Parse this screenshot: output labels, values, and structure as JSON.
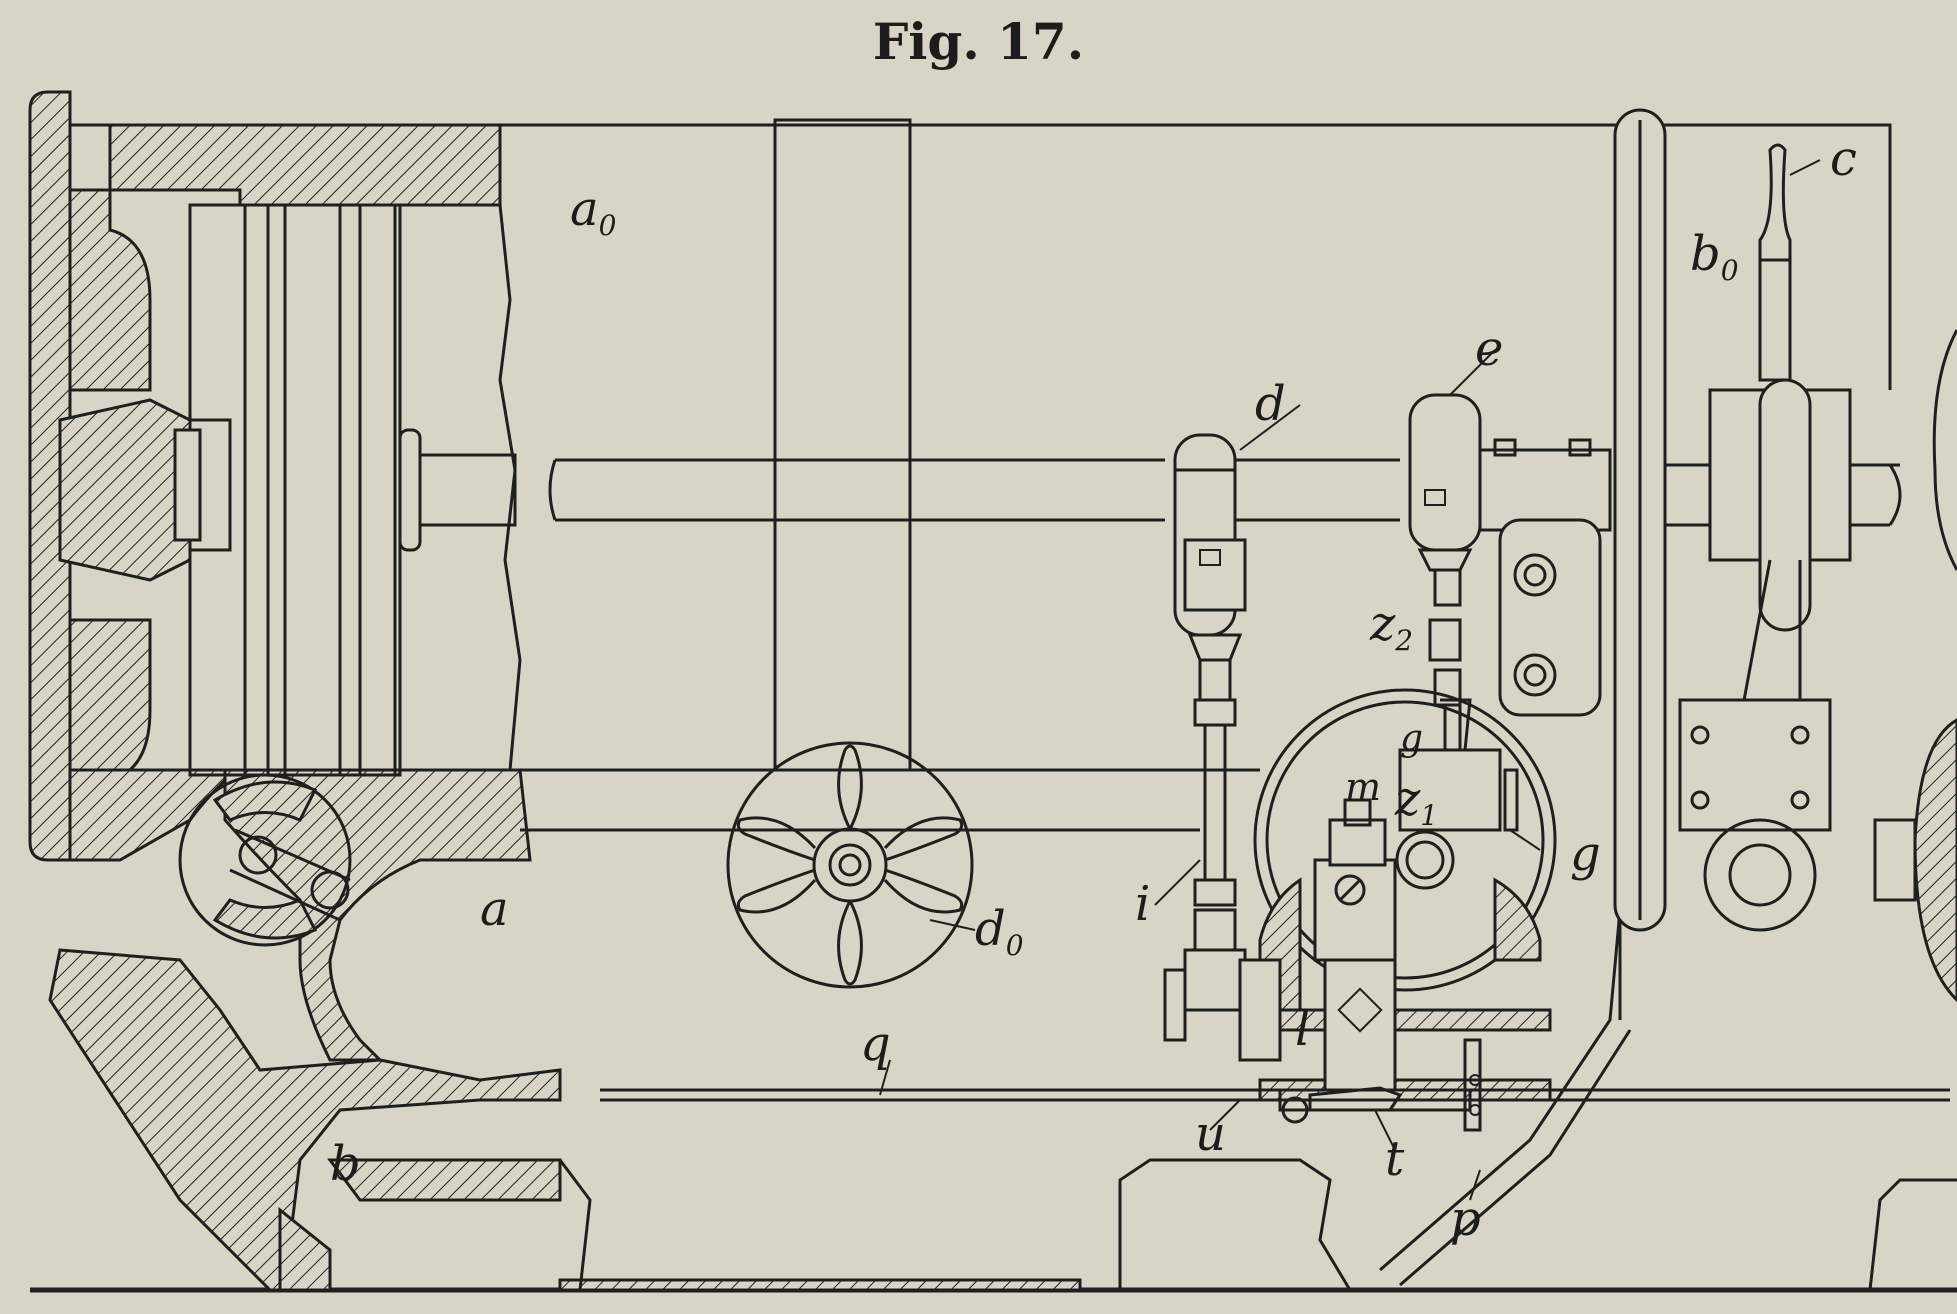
{
  "figure": {
    "title": "Fig. 17."
  },
  "labels": {
    "a0_main": "a",
    "a0_sub": "0",
    "b0_main": "b",
    "b0_sub": "0",
    "c": "c",
    "d": "d",
    "e": "e",
    "z2_main": "z",
    "z2_sub": "2",
    "g_upper": "g",
    "m": "m",
    "z1_main": "z",
    "z1_sub": "1",
    "g_right": "g",
    "i": "i",
    "d0_main": "d",
    "d0_sub": "0",
    "a": "a",
    "l": "l",
    "q": "q",
    "u": "u",
    "t": "t",
    "b": "b",
    "p": "p"
  },
  "colors": {
    "paper": "#d9d5c6",
    "ink": "#1f1f1f"
  }
}
